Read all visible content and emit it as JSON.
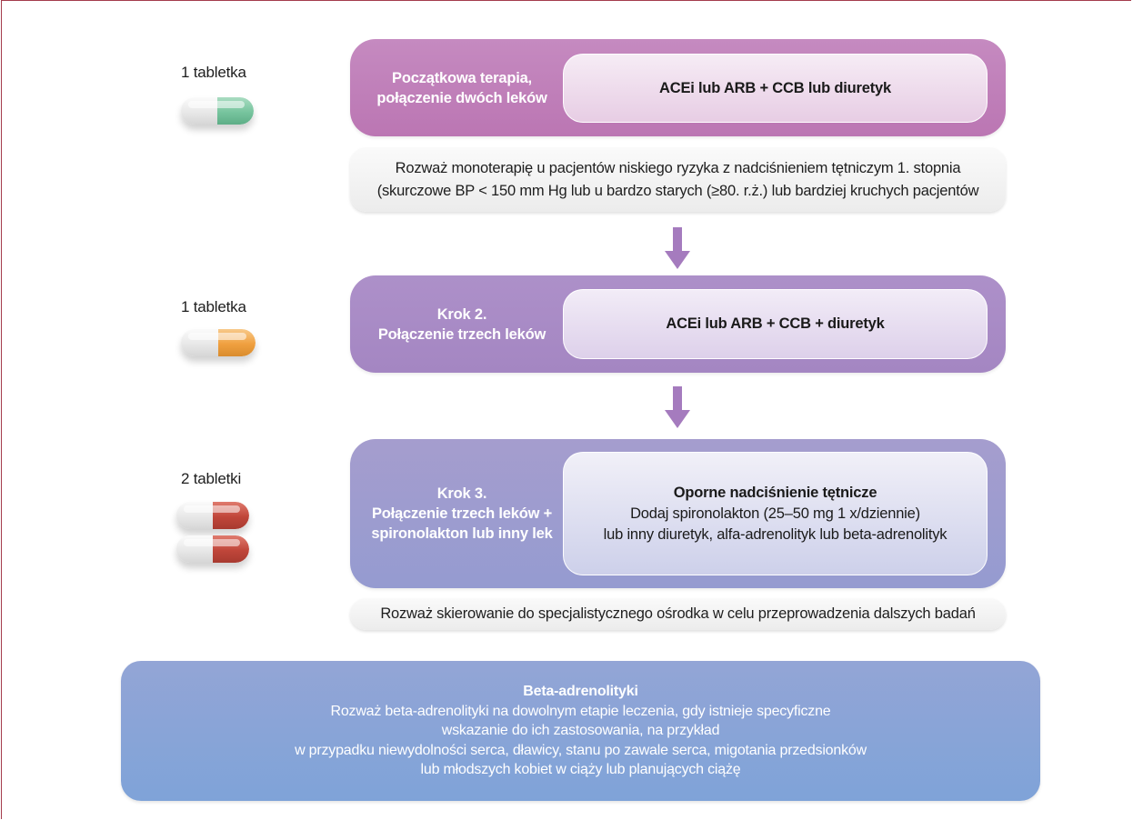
{
  "tiers": [
    {
      "count_label": "1 tabletka",
      "step_label_lines": [
        "Początkowa terapia,",
        "połączenie dwóch leków"
      ],
      "inner_lines": [
        "ACEi lub ARB + CCB lub diuretyk"
      ],
      "pill_color": "#77c49e"
    },
    {
      "count_label": "1 tabletka",
      "step_label_lines": [
        "Krok 2.",
        "Połączenie trzech leków"
      ],
      "inner_lines": [
        "ACEi lub ARB + CCB + diuretyk"
      ],
      "pill_color": "#f0a040"
    },
    {
      "count_label": "2 tabletki",
      "step_label_lines": [
        "Krok 3.",
        "Połączenie trzech leków +",
        "spironolakton lub inny lek"
      ],
      "inner_title": "Oporne nadciśnienie tętnicze",
      "inner_lines": [
        "Dodaj spironolakton (25–50 mg 1 x/dziennie)",
        "lub inny diuretyk, alfa-adrenolityk lub beta-adrenolityk"
      ],
      "pill_color": "#c0463a"
    }
  ],
  "notes": {
    "monotherapy": [
      "Rozważ monoterapię u pacjentów niskiego ryzyka z nadciśnieniem tętniczym 1. stopnia",
      "(skurczowe BP < 150 mm Hg lub u bardzo starych (≥80. r.ż.) lub bardziej kruchych pacjentów"
    ],
    "referral": "Rozważ skierowanie do specjalistycznego ośrodka w celu przeprowadzenia dalszych badań"
  },
  "beta": {
    "title": "Beta-adrenolityki",
    "lines": [
      "Rozważ beta-adrenolityki na dowolnym etapie leczenia, gdy istnieje specyficzne",
      "wskazanie do ich zastosowania, na przykład",
      "w przypadku niewydolności serca, dławicy, stanu po zawale serca, migotania przedsionków",
      "lub młodszych kobiet w ciąży lub planujących ciążę"
    ]
  },
  "colors": {
    "step1": "#bf7fb8",
    "step2": "#a98bc6",
    "step3": "#9aa0d2",
    "arrow": "#a57bbe",
    "beta": "#8aa4d7",
    "frame": "#a43c4c"
  }
}
